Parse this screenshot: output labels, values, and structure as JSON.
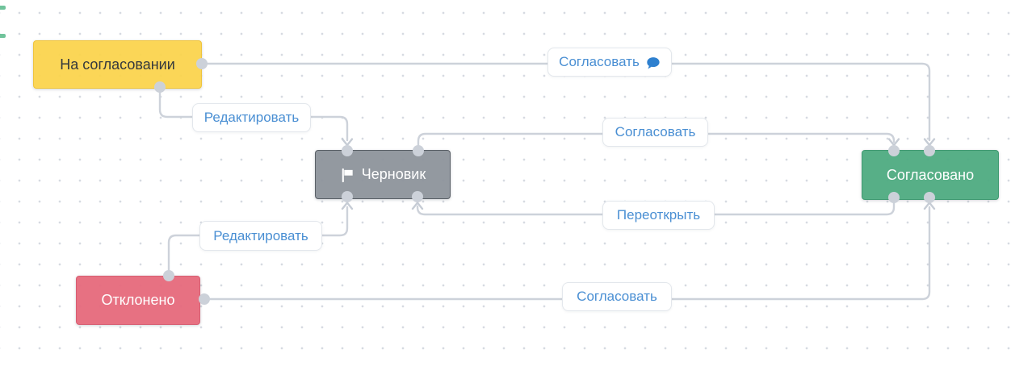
{
  "nodes": [
    {
      "id": "on_approval",
      "label": "На согласовании",
      "color": "#fbd34a",
      "text_color": "#33383d"
    },
    {
      "id": "draft",
      "label": "Черновик",
      "color": "#8d949b",
      "text_color": "#ffffff",
      "icon": "flag-icon"
    },
    {
      "id": "approved",
      "label": "Согласовано",
      "color": "#4caa80",
      "text_color": "#ffffff"
    },
    {
      "id": "rejected",
      "label": "Отклонено",
      "color": "#e5687a",
      "text_color": "#ffffff"
    }
  ],
  "transitions": [
    {
      "id": "approve_top",
      "label": "Согласовать",
      "from": "on_approval",
      "to": "approved",
      "icon": "comment-icon",
      "icon_color": "#2e80cf"
    },
    {
      "id": "edit_top",
      "label": "Редактировать",
      "from": "on_approval",
      "to": "draft"
    },
    {
      "id": "approve_mid",
      "label": "Согласовать",
      "from": "draft",
      "to": "approved"
    },
    {
      "id": "reopen",
      "label": "Переоткрыть",
      "from": "approved",
      "to": "draft"
    },
    {
      "id": "edit_bottom",
      "label": "Редактировать",
      "from": "rejected",
      "to": "draft"
    },
    {
      "id": "approve_bottom",
      "label": "Согласовать",
      "from": "rejected",
      "to": "approved"
    }
  ],
  "style": {
    "edge_color": "#cdd2da",
    "port_color": "#ccd1d9",
    "label_text_color": "#4a8fd3",
    "label_border_color": "#e3e7ec",
    "grid_dot_color": "#d6dae1",
    "canvas_background": "#ffffff",
    "canvas_marker_color": "#57b98a"
  }
}
